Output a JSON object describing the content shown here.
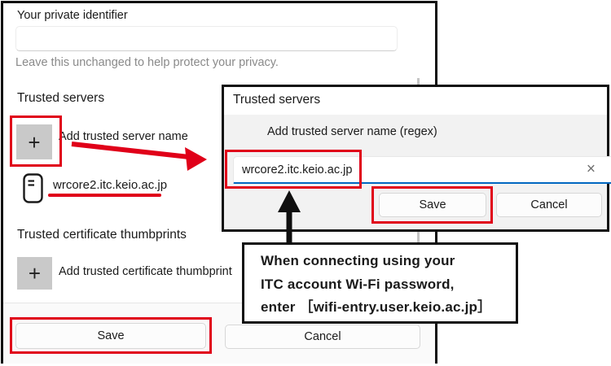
{
  "colors": {
    "highlight_red": "#e00019",
    "focus_blue": "#0067c0",
    "window_border": "#101010",
    "popup_panel_gray": "#f2f2f2",
    "add_button_gray": "#c9c9c9"
  },
  "main_window": {
    "private_identifier_label": "Your private identifier",
    "private_identifier_value": "",
    "privacy_hint": "Leave this unchanged to help protect your privacy.",
    "trusted_servers_heading": "Trusted servers",
    "add_server_plus": "+",
    "add_server_label": "Add trusted server name",
    "server_entry": "wrcore2.itc.keio.ac.jp",
    "thumbprints_heading": "Trusted certificate thumbprints",
    "add_thumbprint_plus": "+",
    "add_thumbprint_label": "Add trusted certificate thumbprint",
    "save_label": "Save",
    "cancel_label": "Cancel"
  },
  "popup": {
    "title": "Trusted servers",
    "field_label": "Add trusted server name (regex)",
    "input_value": "wrcore2.itc.keio.ac.jp",
    "clear_icon": "×",
    "save_label": "Save",
    "cancel_label": "Cancel"
  },
  "annotation": {
    "line1": "When connecting using your",
    "line2": "ITC account Wi-Fi password,",
    "line3": "enter ［wifi-entry.user.keio.ac.jp］"
  }
}
